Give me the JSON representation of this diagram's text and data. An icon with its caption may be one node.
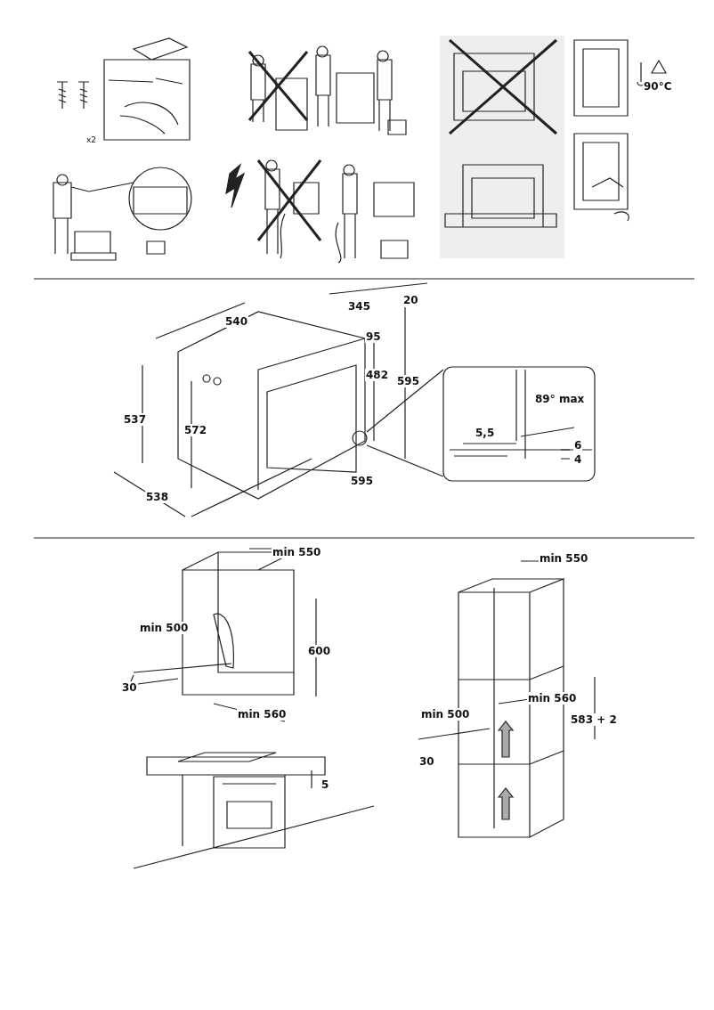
{
  "diagram": {
    "labels": [
      "x2",
      "90°C",
      "540",
      "345",
      "20",
      "95",
      "482",
      "595",
      "537",
      "572",
      "538",
      "595",
      "89° max",
      "5,5",
      "6",
      "4",
      "min 550",
      "min 500",
      "600",
      "30",
      "min 560",
      "5",
      "min 550",
      "min 560",
      "min 500",
      "583 + 2",
      "30"
    ]
  }
}
